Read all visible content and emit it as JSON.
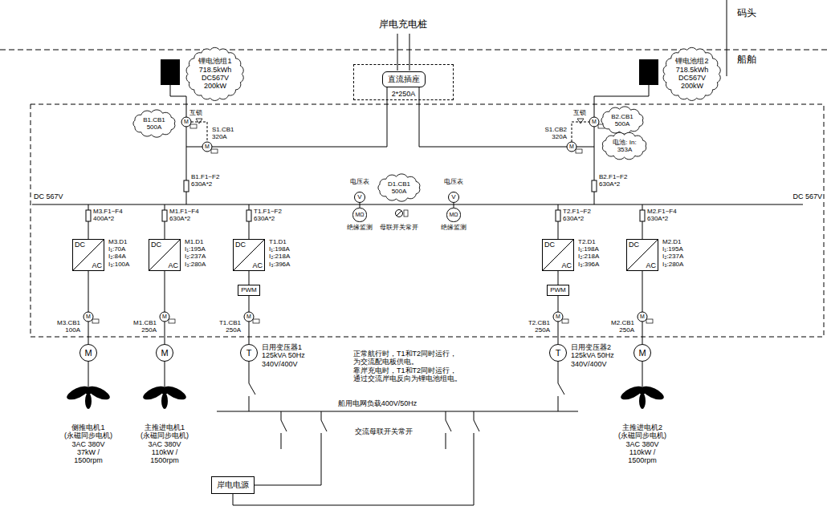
{
  "diagram": {
    "nodes": [
      {
        "text": [
          "锂电池组1 718.5kWh DC567V 200kW"
        ]
      },
      {
        "text": [
          "2*250A"
        ]
      },
      {
        "text": [
          "直流插座"
        ],
        "in": 1
      },
      {
        "text": [
          "锂电池组2 718.5kWh DC567V 200kW"
        ]
      },
      {
        "text": [
          "B1.CB1 500A"
        ]
      },
      {
        "text": [
          "B2.CB1 500A"
        ]
      },
      {
        "text": [
          "电池: In: 353A"
        ]
      },
      {
        "text": [
          "D1.CB1 500A"
        ]
      },
      {
        "text": [
          "V"
        ]
      },
      {
        "text": [
          "V"
        ]
      },
      {
        "text": [
          "MΩ"
        ]
      },
      {
        "text": [
          "MΩ"
        ]
      },
      {
        "text": [
          "DC",
          "AC",
          "M3.D1 I₁:70A I₂:84A I₃:100A"
        ]
      },
      {
        "text": [
          "DC",
          "AC",
          "M1.D1 I₁:195A I₂:237A I₃:280A"
        ]
      },
      {
        "text": [
          "DC",
          "AC",
          "T1.D1 I₁:198A I₂:218A I₃:396A"
        ]
      },
      {
        "text": [
          "DC",
          "AC",
          "T2.D1 I₁:198A I₂:218A I₃:396A"
        ]
      },
      {
        "text": [
          "DC",
          "AC",
          "M2.D1 I₁:195A I₂:237A I₃:280A"
        ]
      },
      {
        "text": [
          "PWM"
        ]
      },
      {
        "text": [
          "PWM"
        ]
      },
      {
        "text": [
          "M"
        ]
      },
      {
        "text": [
          "M"
        ]
      },
      {
        "text": [
          "T"
        ]
      },
      {
        "text": [
          "T"
        ]
      },
      {
        "text": [
          "M"
        ]
      },
      {
        "text": [
          "岸电电源"
        ]
      }
    ],
    "edges": [
      {
        "from": 14,
        "to": 17,
        "arrow": "none"
      },
      {
        "from": 17,
        "to": 21,
        "arrow": "none"
      },
      {
        "from": 15,
        "to": 18,
        "arrow": "none"
      },
      {
        "from": 18,
        "to": 22,
        "arrow": "none"
      },
      {
        "from": 12,
        "to": 19,
        "arrow": "none"
      },
      {
        "from": 13,
        "to": 20,
        "arrow": "none"
      },
      {
        "from": 16,
        "to": 23,
        "arrow": "none"
      },
      {
        "from": 8,
        "to": 10,
        "arrow": "none"
      },
      {
        "from": 9,
        "to": 11,
        "arrow": "none"
      }
    ],
    "labels": [
      "岸电充电桩",
      "码头",
      "船舶",
      "互锁",
      "S1.CB1 320A",
      "互锁",
      "S1.CB2 320A",
      "B1.F1~F2 630A*2",
      "B2.F1~F2 630A*2",
      "DC 567V",
      "DC 567V",
      "电压表",
      "电压表",
      "绝缘监测",
      "绝缘监测",
      "母联开关常开",
      "M3.F1~F4 400A*2",
      "M1.F1~F4 630A*2",
      "T1.F1~F2 630A*2",
      "T2.F1~F2 630A*2",
      "M2.F1~F4 630A*2",
      "M3.CB1 100A",
      "M1.CB1 250A",
      "T1.CB1 250A",
      "T2.CB1 250A",
      "M2.CB1 250A",
      "日用变压器1 125kVA 50Hz 340V/400V",
      "日用变压器2 125kVA 50Hz 340V/400V",
      "正常航行时，T1和T2同时运行， 为交流配电板供电。 靠岸充电时，T1和T2同时运行， 通过交流岸电反向为锂电池组电。",
      "侧推电机1 (永磁同步电机) 3AC 380V 37kW / 1500rpm",
      "主推进电机1 (永磁同步电机) 3AC 380V 110kW / 1500rpm",
      "主推进电机2 (永磁同步电机) 3AC 380V 110kW / 1500rpm",
      "船用电网负载400V/50Hz",
      "交流母联开关常开",
      "M",
      "M",
      "M",
      "M",
      "M",
      "M",
      "M",
      "M",
      "M"
    ]
  }
}
